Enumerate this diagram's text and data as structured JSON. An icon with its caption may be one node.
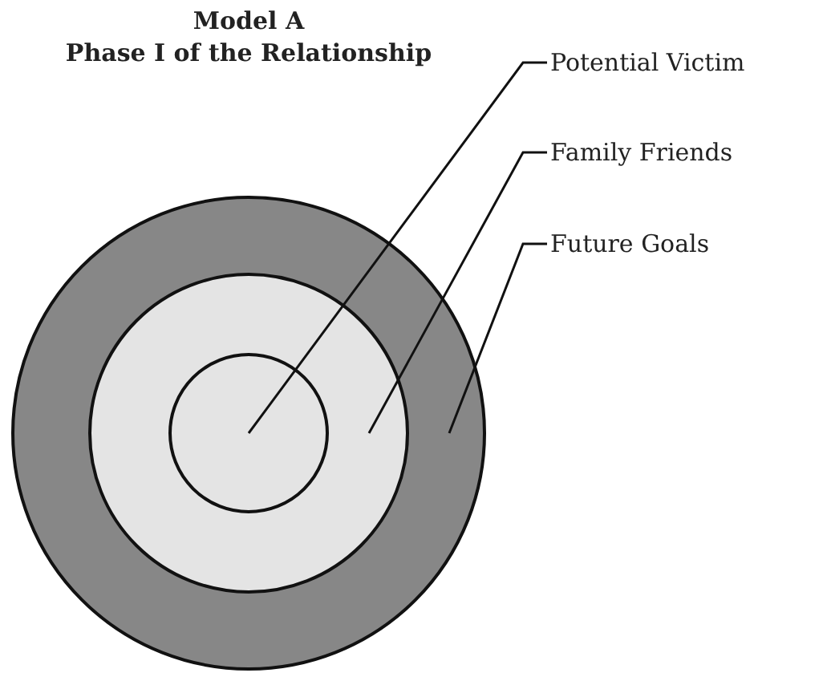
{
  "diagram": {
    "title": "Model A",
    "nodes": [
      {
        "text": [],
        "shape": "circle"
      },
      {
        "text": [],
        "shape": "circle",
        "in": 0
      },
      {
        "text": [],
        "shape": "circle",
        "in": 1
      },
      {
        "text": [
          "Potential Victim"
        ]
      },
      {
        "text": [
          "Family Friends"
        ]
      },
      {
        "text": [
          "Future Goals"
        ]
      }
    ],
    "edges": [
      {
        "from": 3,
        "to": 2,
        "arrow": "none"
      },
      {
        "from": 4,
        "to": 1,
        "arrow": "none"
      },
      {
        "from": 5,
        "to": 0,
        "arrow": "none"
      }
    ],
    "labels": [
      "Phase I of the Relationship"
    ]
  }
}
